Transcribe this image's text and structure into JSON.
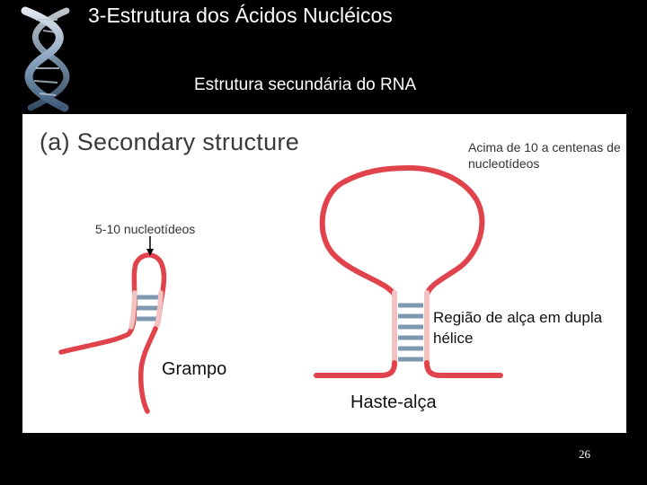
{
  "slide": {
    "title": "3-Estrutura dos Ácidos Nucléicos",
    "subtitle": "Estrutura secundária do RNA",
    "page_number": "26"
  },
  "figure": {
    "heading": "(a) Secondary structure",
    "labels": {
      "loop_size": "Acima de 10 a centenas de nucleotídeos",
      "hairpin_size": "5-10 nucleotídeos",
      "helix_region": "Região de alça em dupla hélice",
      "hairpin": "Grampo",
      "stem_loop": "Haste-alça"
    }
  },
  "colors": {
    "background": "#000000",
    "strand": "#e0434b",
    "paired_strand": "#f2c3c0",
    "base_pair": "#7f98b2",
    "panel": "#ffffff"
  },
  "icons": {
    "logo": "dna-helix-icon",
    "pointer": "arrow-down-icon"
  }
}
